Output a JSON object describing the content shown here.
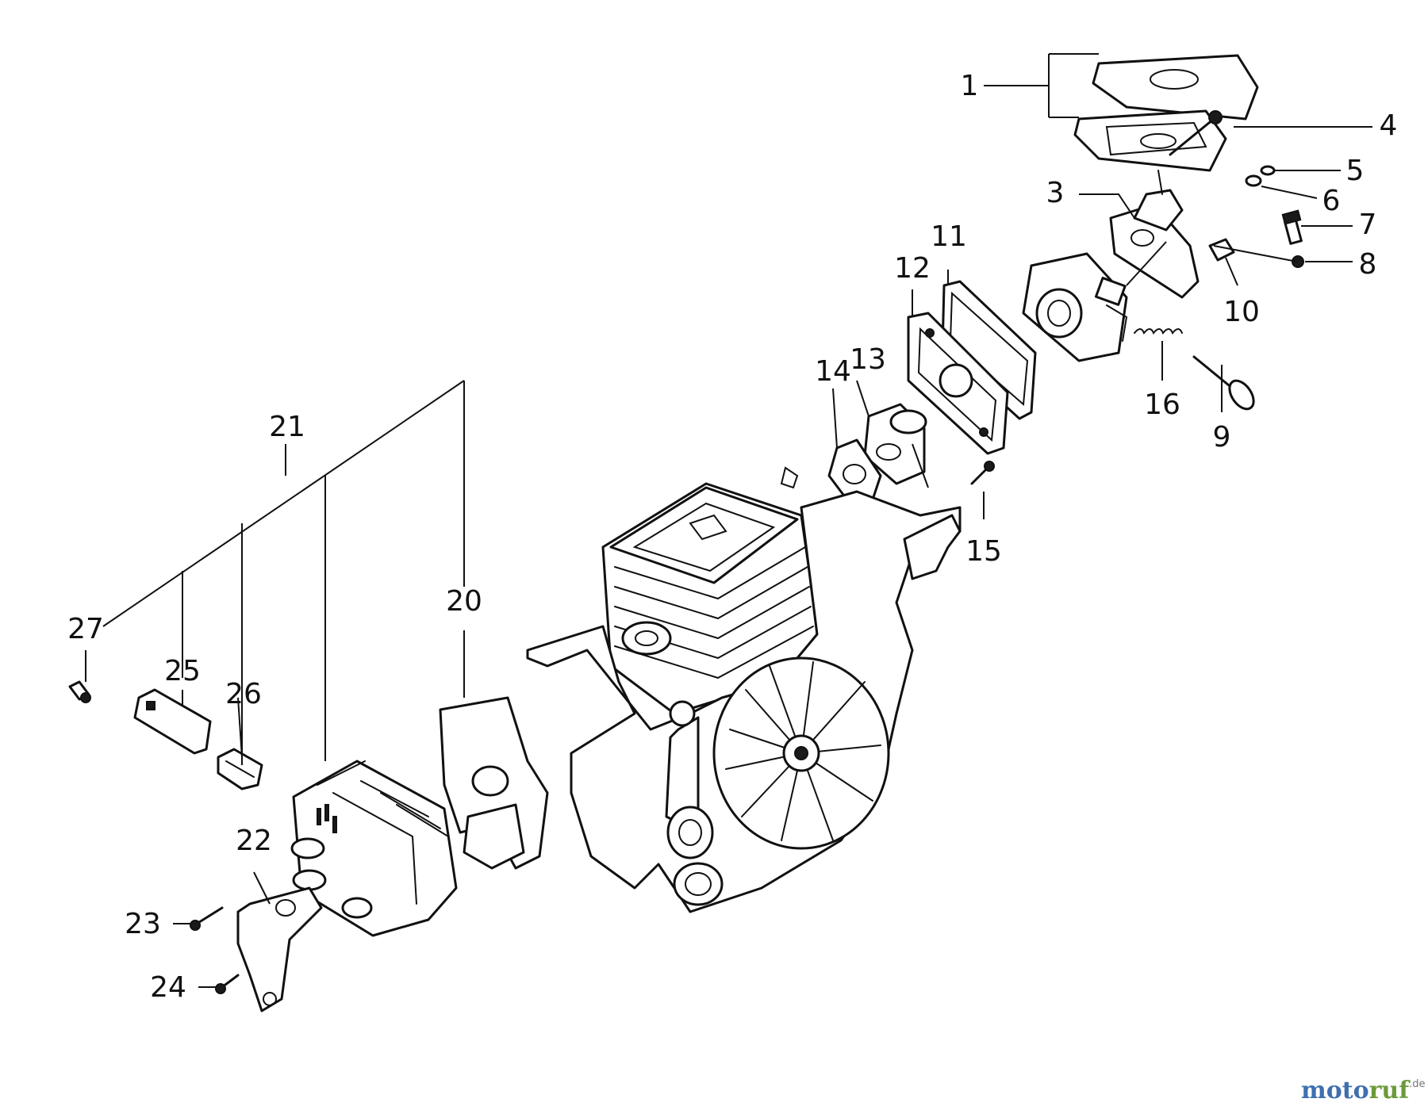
{
  "callouts": {
    "c1": "1",
    "c3": "3",
    "c4": "4",
    "c5": "5",
    "c6": "6",
    "c7": "7",
    "c8": "8",
    "c9": "9",
    "c10": "10",
    "c11": "11",
    "c12": "12",
    "c13": "13",
    "c14": "14",
    "c15": "15",
    "c16": "16",
    "c20": "20",
    "c21": "21",
    "c22": "22",
    "c23": "23",
    "c24": "24",
    "c25": "25",
    "c26": "26",
    "c27": "27"
  },
  "watermark": {
    "brand_a": "moto",
    "brand_b": "ruf",
    "suffix": ".de"
  },
  "colors": {
    "line": "#111111",
    "watermark_blue": "#3f6fae",
    "watermark_green": "#6a9a3a"
  }
}
